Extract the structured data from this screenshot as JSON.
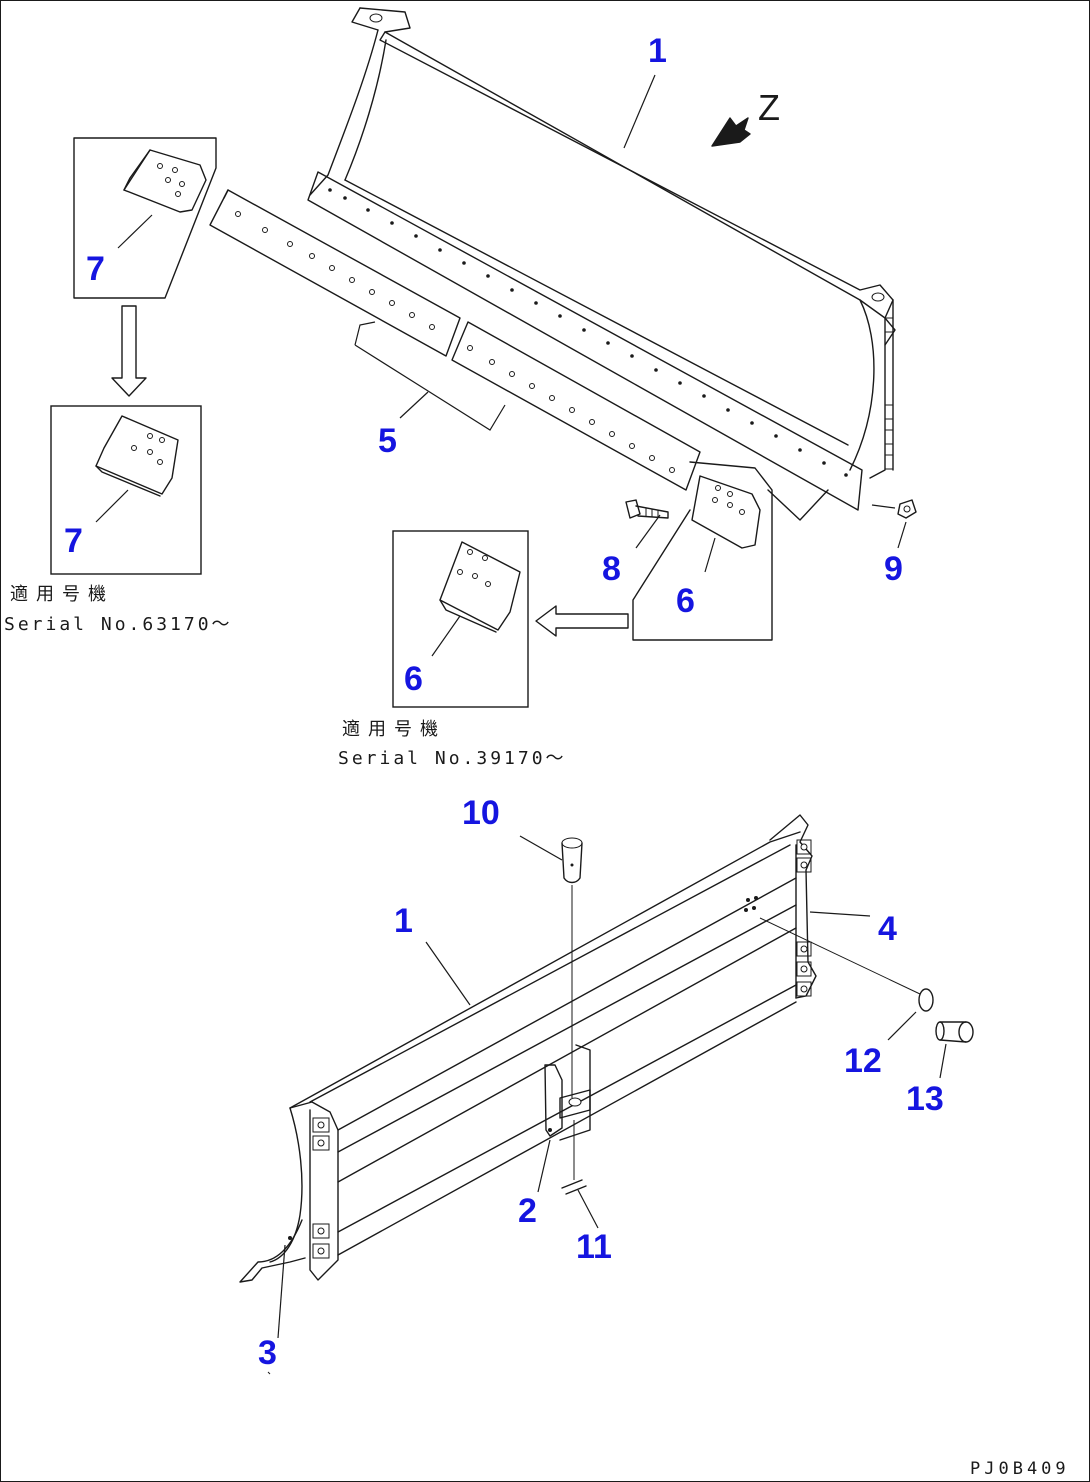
{
  "callouts": {
    "c1_top": "1",
    "c5": "5",
    "c7_upper": "7",
    "c7_lower": "7",
    "c6_part": "6",
    "c6_inset": "6",
    "c8": "8",
    "c9": "9",
    "c10": "10",
    "c1_bottom": "1",
    "c4": "4",
    "c12": "12",
    "c13": "13",
    "c2": "2",
    "c11": "11",
    "c3": "3"
  },
  "view_marker": {
    "label": "Z"
  },
  "applicability": {
    "inset7_jp": "適用号機",
    "inset7_serial": "Serial No.63170〜",
    "inset6_jp": "適用号機",
    "inset6_serial": "Serial No.39170〜"
  },
  "drawing_code": "PJ0B409"
}
